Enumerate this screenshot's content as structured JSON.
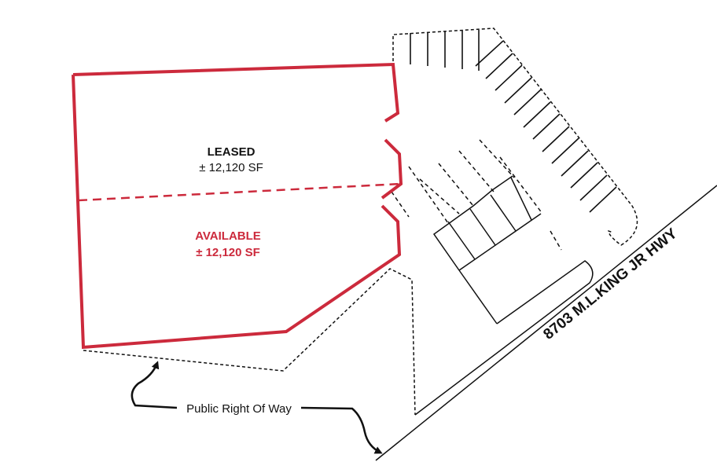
{
  "colors": {
    "building_outline": "#cc2a3c",
    "available_text": "#cc2a3c",
    "ink": "#111111"
  },
  "units": {
    "leased": {
      "status": "LEASED",
      "area": "± 12,120 SF"
    },
    "available": {
      "status": "AVAILABLE",
      "area": "± 12,120 SF"
    }
  },
  "callout": {
    "label": "Public Right Of Way"
  },
  "road": {
    "address": "8703 M.L.KING JR HWY"
  }
}
